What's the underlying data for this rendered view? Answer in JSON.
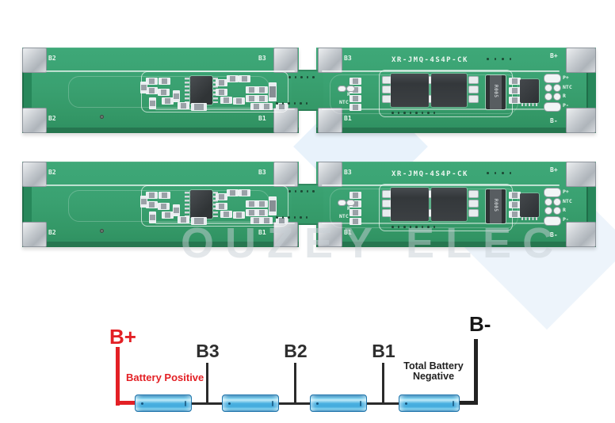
{
  "watermark": {
    "text": "OUZEY ELEC"
  },
  "board": {
    "model": "XR-JMQ-4S4P-CK",
    "corner_labels": {
      "left_top": "B2",
      "left_bottom": "B2",
      "joint_left_top": "B3",
      "joint_left_bottom": "B1",
      "joint_right_top": "B3",
      "joint_right_bottom": "B1",
      "right_top": "B+",
      "right_bottom": "B-"
    },
    "silk": {
      "r": "R",
      "ntc": "NTC",
      "sense_resistor": "R005"
    },
    "output_pads": [
      "P+",
      "NTC",
      "R",
      "P-"
    ]
  },
  "diagram": {
    "positive_terminal": "B+",
    "negative_terminal": "B-",
    "positive_caption": "Battery Positive",
    "negative_caption_line1": "Total Battery",
    "negative_caption_line2": "Negative",
    "taps": [
      "B3",
      "B2",
      "B1"
    ]
  },
  "colors": {
    "pcb_green": "#3aa171",
    "pad_silver": "#c9ced3",
    "positive_red": "#e32025",
    "negative_black": "#222222",
    "battery_blue": "#49b0e0"
  }
}
